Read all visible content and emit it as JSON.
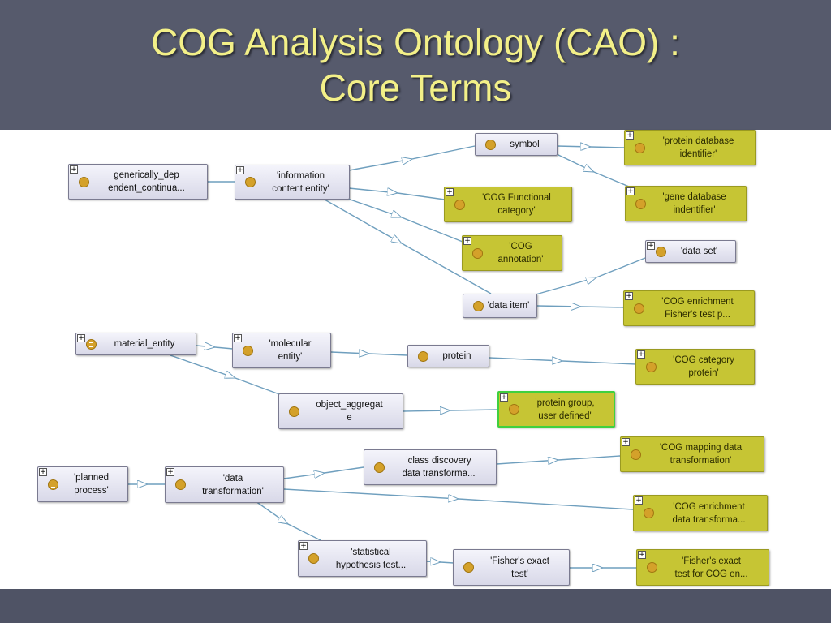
{
  "slide": {
    "title_line1": "COG Analysis Ontology (CAO) :",
    "title_line2": "Core Terms"
  },
  "colors": {
    "background": "#565a6c",
    "title": "#f3f088",
    "class_node": "#e8e8f2",
    "individual_node": "#c6c534",
    "selected_border": "#3fd03f",
    "class_dot": "#d4a12a"
  },
  "nodes": {
    "generically": {
      "line1": "generically_dep",
      "line2": "endent_continua..."
    },
    "ice": {
      "line1": "'information",
      "line2": "content entity'"
    },
    "symbol": {
      "line1": "symbol"
    },
    "protein_db": {
      "line1": "'protein database",
      "line2": "identifier'"
    },
    "gene_db": {
      "line1": "'gene database",
      "line2": "indentifier'"
    },
    "cog_func": {
      "line1": "'COG Functional",
      "line2": "category'"
    },
    "cog_annot": {
      "line1": "'COG",
      "line2": "annotation'"
    },
    "data_set": {
      "line1": "'data set'"
    },
    "data_item": {
      "line1": "'data item'"
    },
    "cog_enrich_fisher": {
      "line1": "'COG enrichment",
      "line2": "Fisher's test p..."
    },
    "material": {
      "line1": "material_entity"
    },
    "molecular": {
      "line1": "'molecular",
      "line2": "entity'"
    },
    "protein": {
      "line1": "protein"
    },
    "cog_category_protein": {
      "line1": "'COG category",
      "line2": "protein'"
    },
    "object_agg": {
      "line1": "object_aggregat",
      "line2": "e"
    },
    "protein_group": {
      "line1": "'protein group,",
      "line2": "user defined'"
    },
    "planned": {
      "line1": "'planned",
      "line2": "process'"
    },
    "data_transf": {
      "line1": "'data",
      "line2": "transformation'"
    },
    "class_disc": {
      "line1": "'class discovery",
      "line2": "data transforma..."
    },
    "cog_mapping": {
      "line1": "'COG mapping data",
      "line2": "transformation'"
    },
    "cog_enrich_dt": {
      "line1": "'COG enrichment",
      "line2": "data transforma..."
    },
    "stat_hyp": {
      "line1": "'statistical",
      "line2": "hypothesis test..."
    },
    "fisher_exact": {
      "line1": "'Fisher's exact",
      "line2": "test'"
    },
    "fisher_cog": {
      "line1": "'Fisher's exact",
      "line2": "test for COG en..."
    }
  }
}
